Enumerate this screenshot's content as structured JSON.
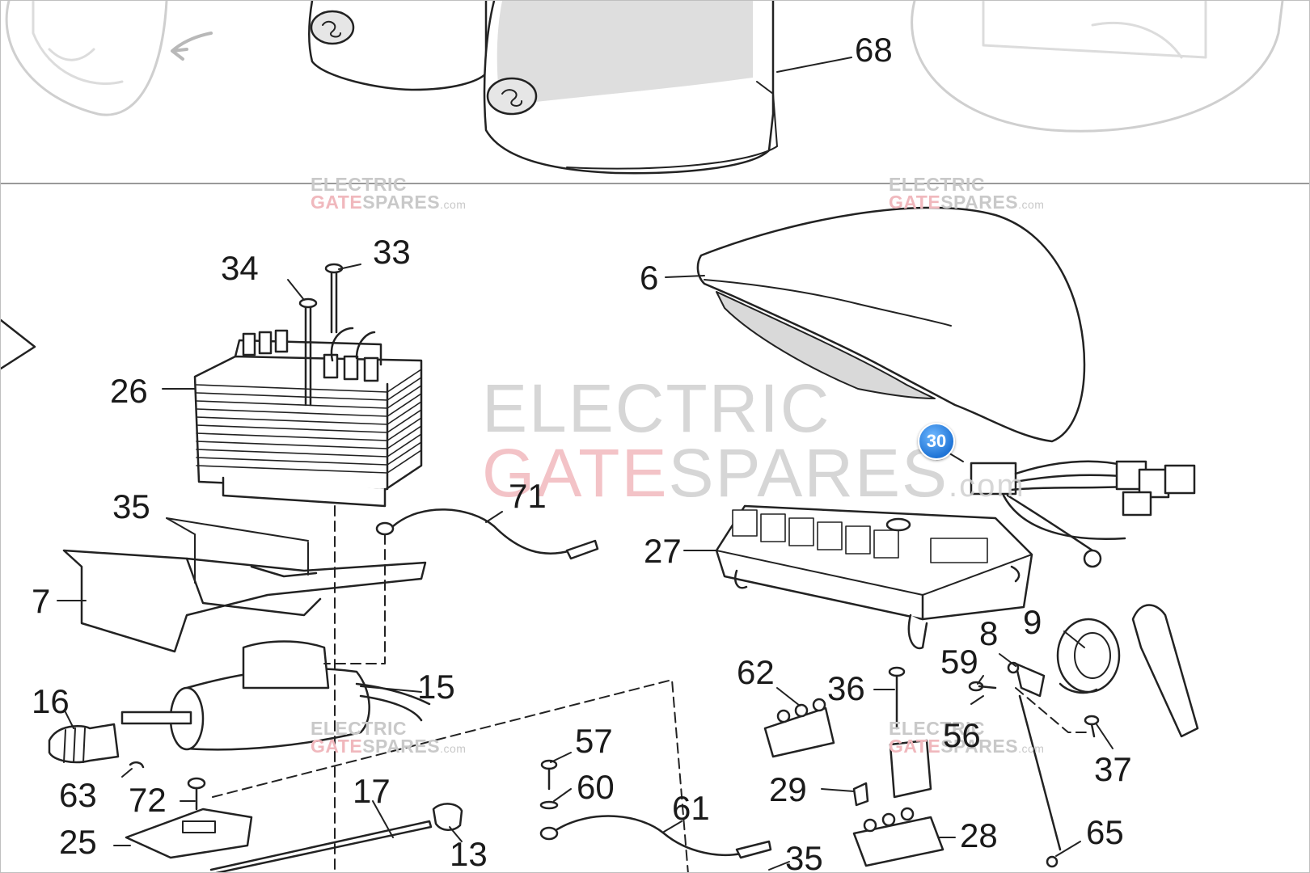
{
  "callouts": [
    {
      "id": "68",
      "text": "68"
    },
    {
      "id": "34",
      "text": "34"
    },
    {
      "id": "33",
      "text": "33"
    },
    {
      "id": "6",
      "text": "6"
    },
    {
      "id": "26",
      "text": "26"
    },
    {
      "id": "71",
      "text": "71"
    },
    {
      "id": "35a",
      "text": "35"
    },
    {
      "id": "27",
      "text": "27"
    },
    {
      "id": "7",
      "text": "7"
    },
    {
      "id": "8",
      "text": "8"
    },
    {
      "id": "9",
      "text": "9"
    },
    {
      "id": "62",
      "text": "62"
    },
    {
      "id": "59",
      "text": "59"
    },
    {
      "id": "36",
      "text": "36"
    },
    {
      "id": "15",
      "text": "15"
    },
    {
      "id": "16",
      "text": "16"
    },
    {
      "id": "56",
      "text": "56"
    },
    {
      "id": "57",
      "text": "57"
    },
    {
      "id": "37",
      "text": "37"
    },
    {
      "id": "63",
      "text": "63"
    },
    {
      "id": "60",
      "text": "60"
    },
    {
      "id": "29",
      "text": "29"
    },
    {
      "id": "72",
      "text": "72"
    },
    {
      "id": "17",
      "text": "17"
    },
    {
      "id": "61",
      "text": "61"
    },
    {
      "id": "28",
      "text": "28"
    },
    {
      "id": "65",
      "text": "65"
    },
    {
      "id": "25",
      "text": "25"
    },
    {
      "id": "13",
      "text": "13"
    },
    {
      "id": "35b",
      "text": "35"
    }
  ],
  "badge": {
    "text": "30",
    "color": "#1f74d6"
  },
  "watermark": {
    "line1": "ELECTRIC",
    "line2_red": "GATE",
    "line2_grey": "SPARES",
    "suffix": ".com"
  }
}
